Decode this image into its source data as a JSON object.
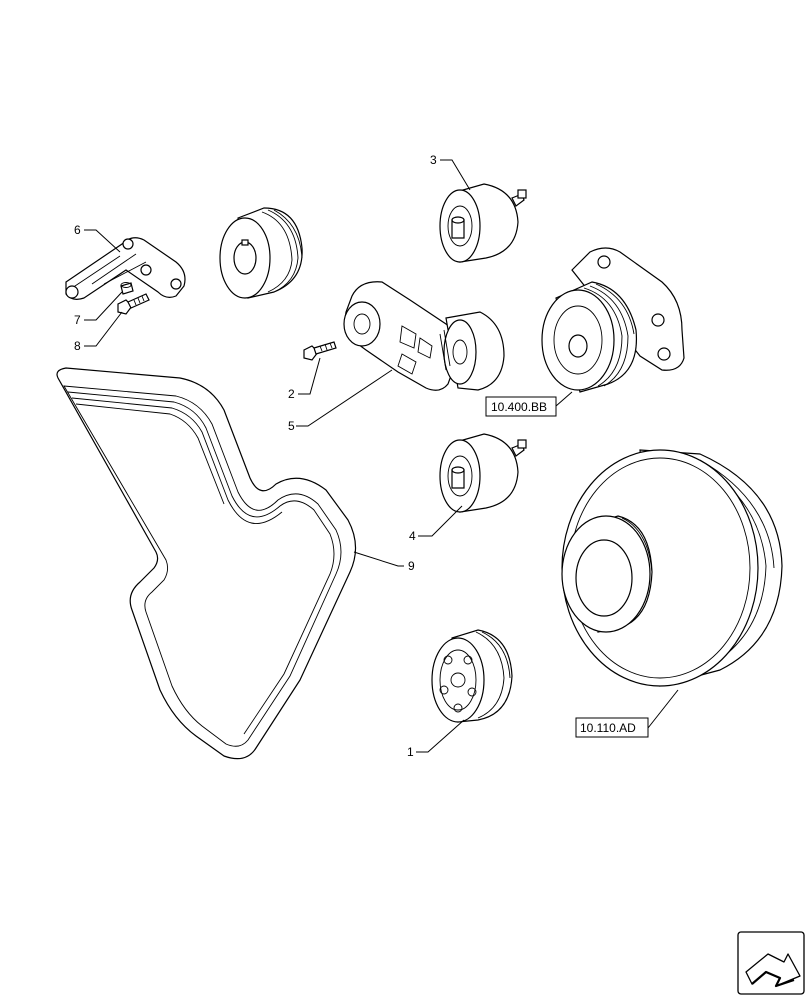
{
  "callouts": {
    "c1": "1",
    "c2": "2",
    "c3": "3",
    "c4": "4",
    "c5": "5",
    "c6": "6",
    "c7": "7",
    "c8": "8",
    "c9": "9"
  },
  "references": {
    "water_pump": "10.400.BB",
    "crankshaft_damper": "10.110.AD"
  },
  "nav": {
    "icon": "next-page-arrow-icon"
  }
}
